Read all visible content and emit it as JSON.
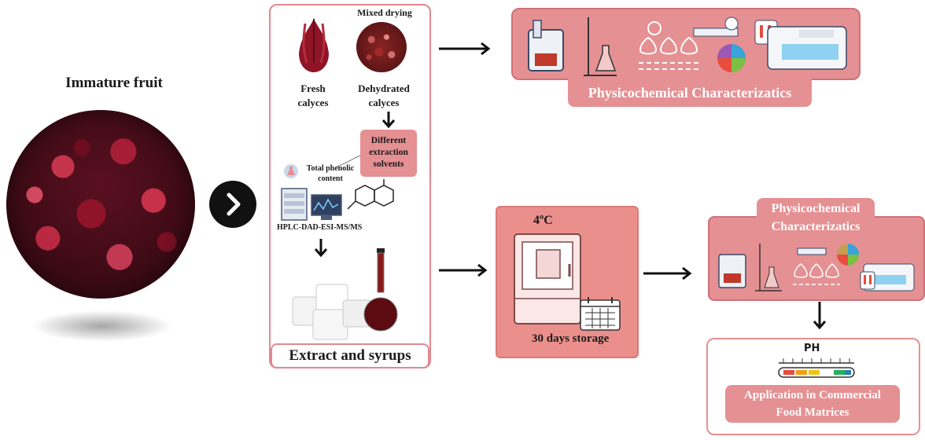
{
  "left": {
    "title": "Immature fruit"
  },
  "center": {
    "mixed_drying": "Mixed drying",
    "fresh_label": "Fresh\ncalyces",
    "dehydrated_label": "Dehydrated\ncalyces",
    "solvents_label": "Different\nextraction\nsolvents",
    "phenolic_label": "Total phenolic\ncontent",
    "hplc_label": "HPLC-DAD-ESI-MS/MS",
    "extract_label": "Extract and syrups"
  },
  "top_right": {
    "label": "Physicochemical Characterizatics"
  },
  "storage": {
    "temperature": "4ºC",
    "duration": "30 days storage"
  },
  "right": {
    "label": "Physicochemical\nCharacterizatics",
    "ph_label": "PH",
    "application_label": "Application in Commercial\nFood Matrices"
  },
  "colors": {
    "pink": "#e59093",
    "border": "#d0707a",
    "dark": "#111111"
  }
}
